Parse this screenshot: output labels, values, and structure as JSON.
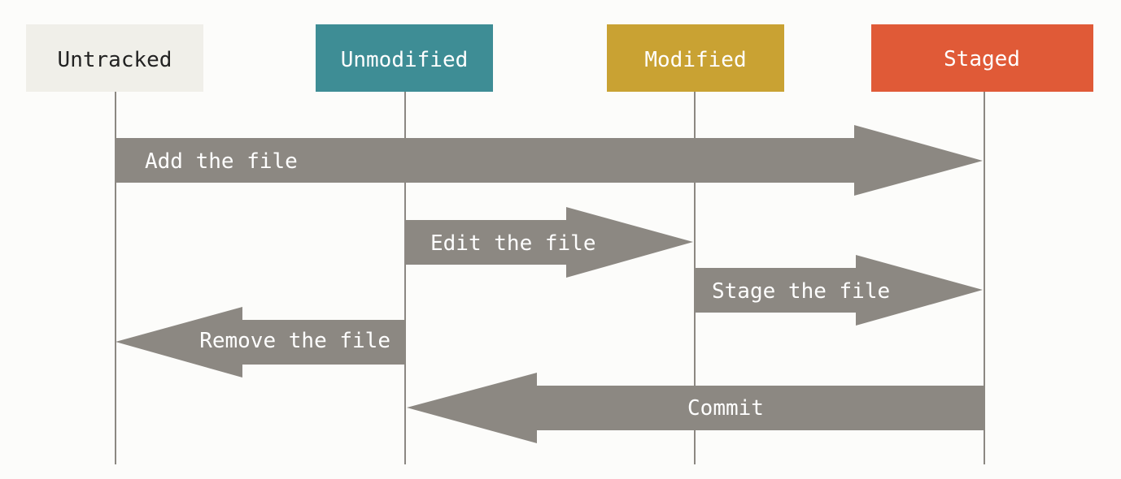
{
  "states": [
    {
      "id": "untracked",
      "label": "Untracked",
      "fill": "#f0efe9",
      "text_color": "#222222"
    },
    {
      "id": "unmodified",
      "label": "Unmodified",
      "fill": "#3e8d95",
      "text_color": "#ffffff"
    },
    {
      "id": "modified",
      "label": "Modified",
      "fill": "#c9a233",
      "text_color": "#ffffff"
    },
    {
      "id": "staged",
      "label": "Staged",
      "fill": "#e05a37",
      "text_color": "#ffffff"
    }
  ],
  "transitions": [
    {
      "id": "add",
      "label": "Add the file",
      "from": "untracked",
      "to": "staged"
    },
    {
      "id": "edit",
      "label": "Edit the file",
      "from": "unmodified",
      "to": "modified"
    },
    {
      "id": "stage",
      "label": "Stage the file",
      "from": "modified",
      "to": "staged"
    },
    {
      "id": "remove",
      "label": "Remove the file",
      "from": "unmodified",
      "to": "untracked"
    },
    {
      "id": "commit",
      "label": "Commit",
      "from": "staged",
      "to": "unmodified"
    }
  ],
  "colors": {
    "background": "#fcfcfa",
    "arrow": "#8c8882",
    "lifeline": "#8c8882"
  },
  "icons": []
}
